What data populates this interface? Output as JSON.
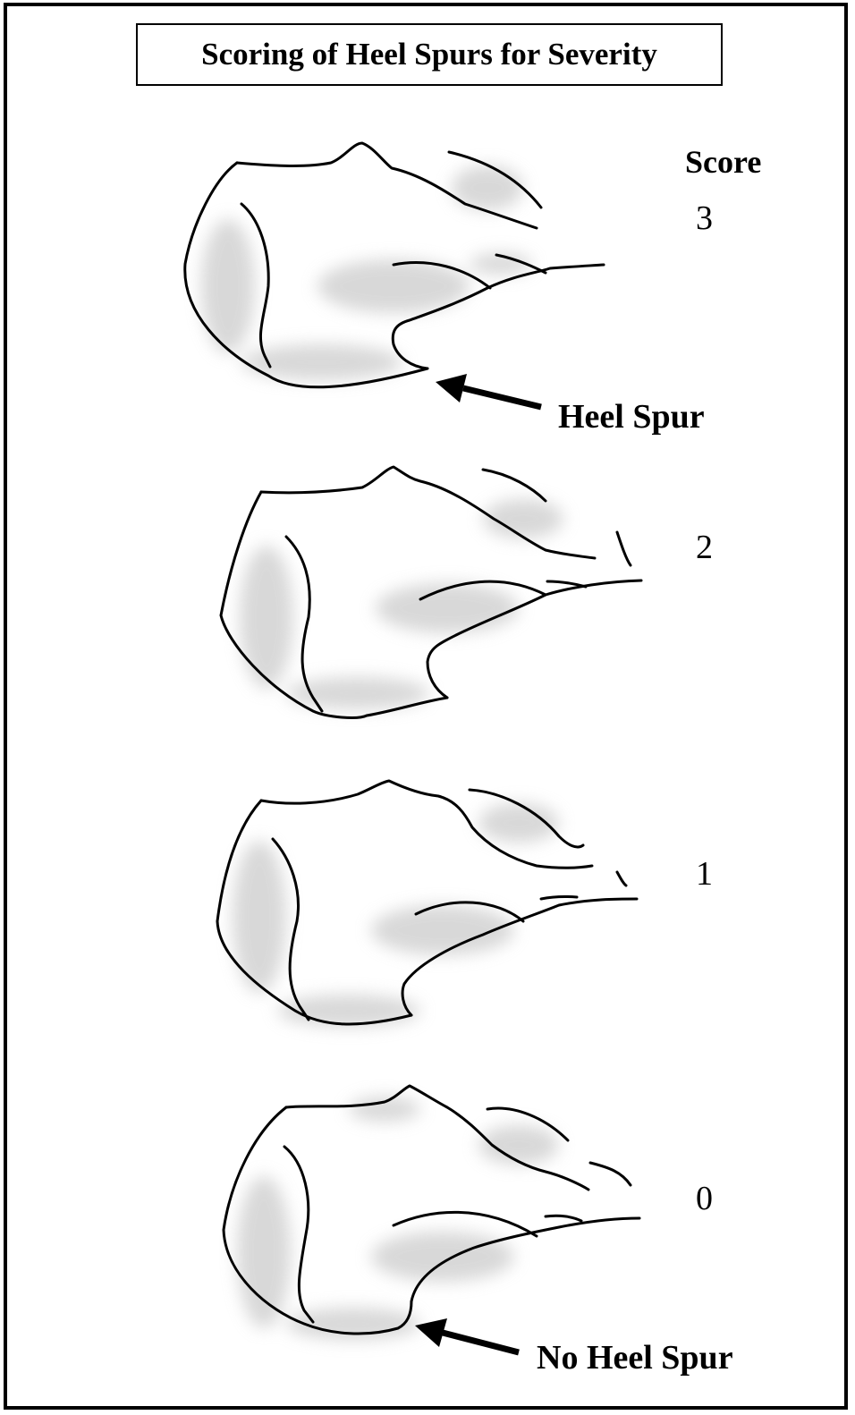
{
  "title": "Scoring of Heel Spurs for Severity",
  "score_header": "Score",
  "scores": [
    "3",
    "2",
    "1",
    "0"
  ],
  "labels": {
    "heel_spur": "Heel Spur",
    "no_heel_spur": "No Heel Spur"
  },
  "colors": {
    "ink": "#000000",
    "shading": "#cfcfcf",
    "background": "#ffffff"
  }
}
